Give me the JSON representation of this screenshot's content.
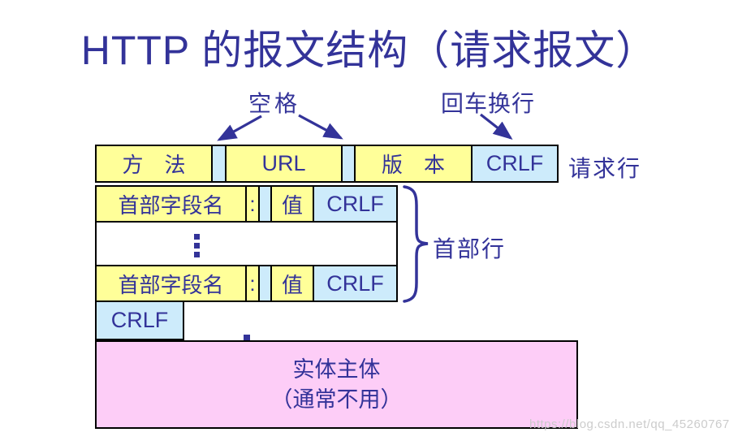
{
  "title": "HTTP 的报文结构（请求报文）",
  "callouts": {
    "space": "空格",
    "crlf": "回车换行"
  },
  "row_labels": {
    "request_line": "请求行",
    "header_lines": "首部行"
  },
  "request_line": {
    "method": "方　法",
    "url": "URL",
    "version": "版　本",
    "crlf": "CRLF"
  },
  "header_rows": [
    {
      "field_name": "首部字段名",
      "colon": ":",
      "value": "值",
      "crlf": "CRLF"
    },
    {
      "field_name": "首部字段名",
      "colon": ":",
      "value": "值",
      "crlf": "CRLF"
    }
  ],
  "blank_line": {
    "crlf": "CRLF"
  },
  "entity_body": {
    "line1": "实体主体",
    "line2": "（通常不用）"
  },
  "watermark": "https://blog.csdn.net/qq_45260767",
  "colors": {
    "field_yellow": "#FFFF99",
    "crlf_blue": "#CDEBFB",
    "body_pink": "#FDCDF7",
    "ink_blue": "#333399"
  }
}
